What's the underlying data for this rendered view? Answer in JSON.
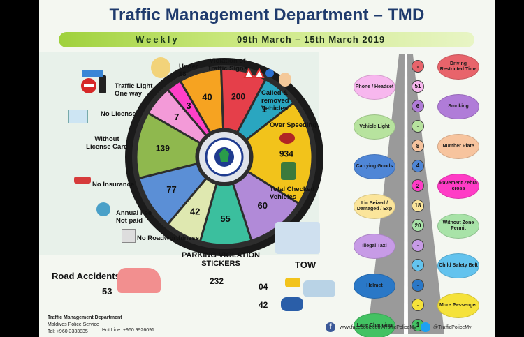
{
  "header": {
    "title": "Traffic Management Department – TMD",
    "week_label": "Weekly",
    "date_range": "09th March – 15th March 2019"
  },
  "wheel": {
    "segments": [
      {
        "label": "Traffic Light One way",
        "value": "7",
        "color": "#f39ad8"
      },
      {
        "label": "Under 18",
        "value": "3",
        "color": "#ff40c8"
      },
      {
        "label": "Violation of Traffic Signs",
        "value": "40",
        "color": "#f6a321"
      },
      {
        "label": "Called & removed Vehicles",
        "value": "200",
        "color": "#e53f4a"
      },
      {
        "label": "Over Speeding",
        "value": "1",
        "color": "#2aa6c0"
      },
      {
        "label": "Total Checked Vehicles",
        "value": "934",
        "color": "#f2c31b"
      },
      {
        "label": "No Roadworthiness",
        "value": "60",
        "color": "#b18ad8"
      },
      {
        "label": "Annual Fee Not paid",
        "value": "55",
        "color": "#3bbf9e"
      },
      {
        "label": "No Insurance",
        "value": "42",
        "color": "#dfe8b0"
      },
      {
        "label": "Without License Card",
        "value": "77",
        "color": "#5b8fd6"
      },
      {
        "label": "No License",
        "value": "139",
        "color": "#8fb84e"
      }
    ]
  },
  "labels": {
    "traffic_light": "Traffic Light One way",
    "under": "Under",
    "under_value": "18",
    "violation": "Violation of Traffic Signs",
    "called": "Called & removed Vehicles",
    "over_speeding": "Over Speeding",
    "no_license": "No License",
    "without_license": "Without License Card",
    "no_insurance": "No Insurance",
    "annual_fee": "Annual Fee Not paid",
    "no_roadworthiness": "No Roadworthiness",
    "total_checked": "Total Checked Vehicles"
  },
  "stats": {
    "parking_title": "PARKING VIOLATION STICKERS",
    "parking_value": "232",
    "accidents_title": "Road Accidents",
    "accidents_value": "53",
    "tow_title": "TOW",
    "tow_car": "04",
    "tow_bike": "42"
  },
  "road_items": [
    {
      "label": "Driving Restricted Time",
      "value": "-",
      "side": "right",
      "color": "#e8646b"
    },
    {
      "label": "Phone / Headset",
      "value": "51",
      "side": "left",
      "color": "#f7b7ee"
    },
    {
      "label": "Smoking",
      "value": "6",
      "side": "right",
      "color": "#b07cd8"
    },
    {
      "label": "Vehicle Light",
      "value": "-",
      "side": "left",
      "color": "#b7e39e"
    },
    {
      "label": "Number Plate",
      "value": "8",
      "side": "right",
      "color": "#f7c49e"
    },
    {
      "label": "Carrying Goods",
      "value": "4",
      "side": "left",
      "color": "#4f86d6"
    },
    {
      "label": "Pavement Zebra cross",
      "value": "2",
      "side": "right",
      "color": "#ff3cc6"
    },
    {
      "label": "Lic Seized / Damaged / Exp",
      "value": "18",
      "side": "left",
      "color": "#fbe59b"
    },
    {
      "label": "Without Zone Permit",
      "value": "20",
      "side": "right",
      "color": "#a8e3a8"
    },
    {
      "label": "Illegal Taxi",
      "value": "-",
      "side": "left",
      "color": "#c79be6"
    },
    {
      "label": "Child Safety Belt",
      "value": "-",
      "side": "right",
      "color": "#63c3ee"
    },
    {
      "label": "Helmet",
      "value": "-",
      "side": "left",
      "color": "#2a78c7"
    },
    {
      "label": "More Passenger",
      "value": "-",
      "side": "right",
      "color": "#f5e23a"
    },
    {
      "label": "Lane Changing",
      "value": "1",
      "side": "left",
      "color": "#43c263"
    }
  ],
  "footer": {
    "dept": "Traffic Management Department",
    "service": "Maldives Police Service",
    "tel": "Tel: +960 3333835",
    "hotline": "Hot Line: +960 9926091",
    "facebook": "www.facebook.com/TrafficPoliceMv",
    "twitter": "@TrafficPoliceMv"
  }
}
